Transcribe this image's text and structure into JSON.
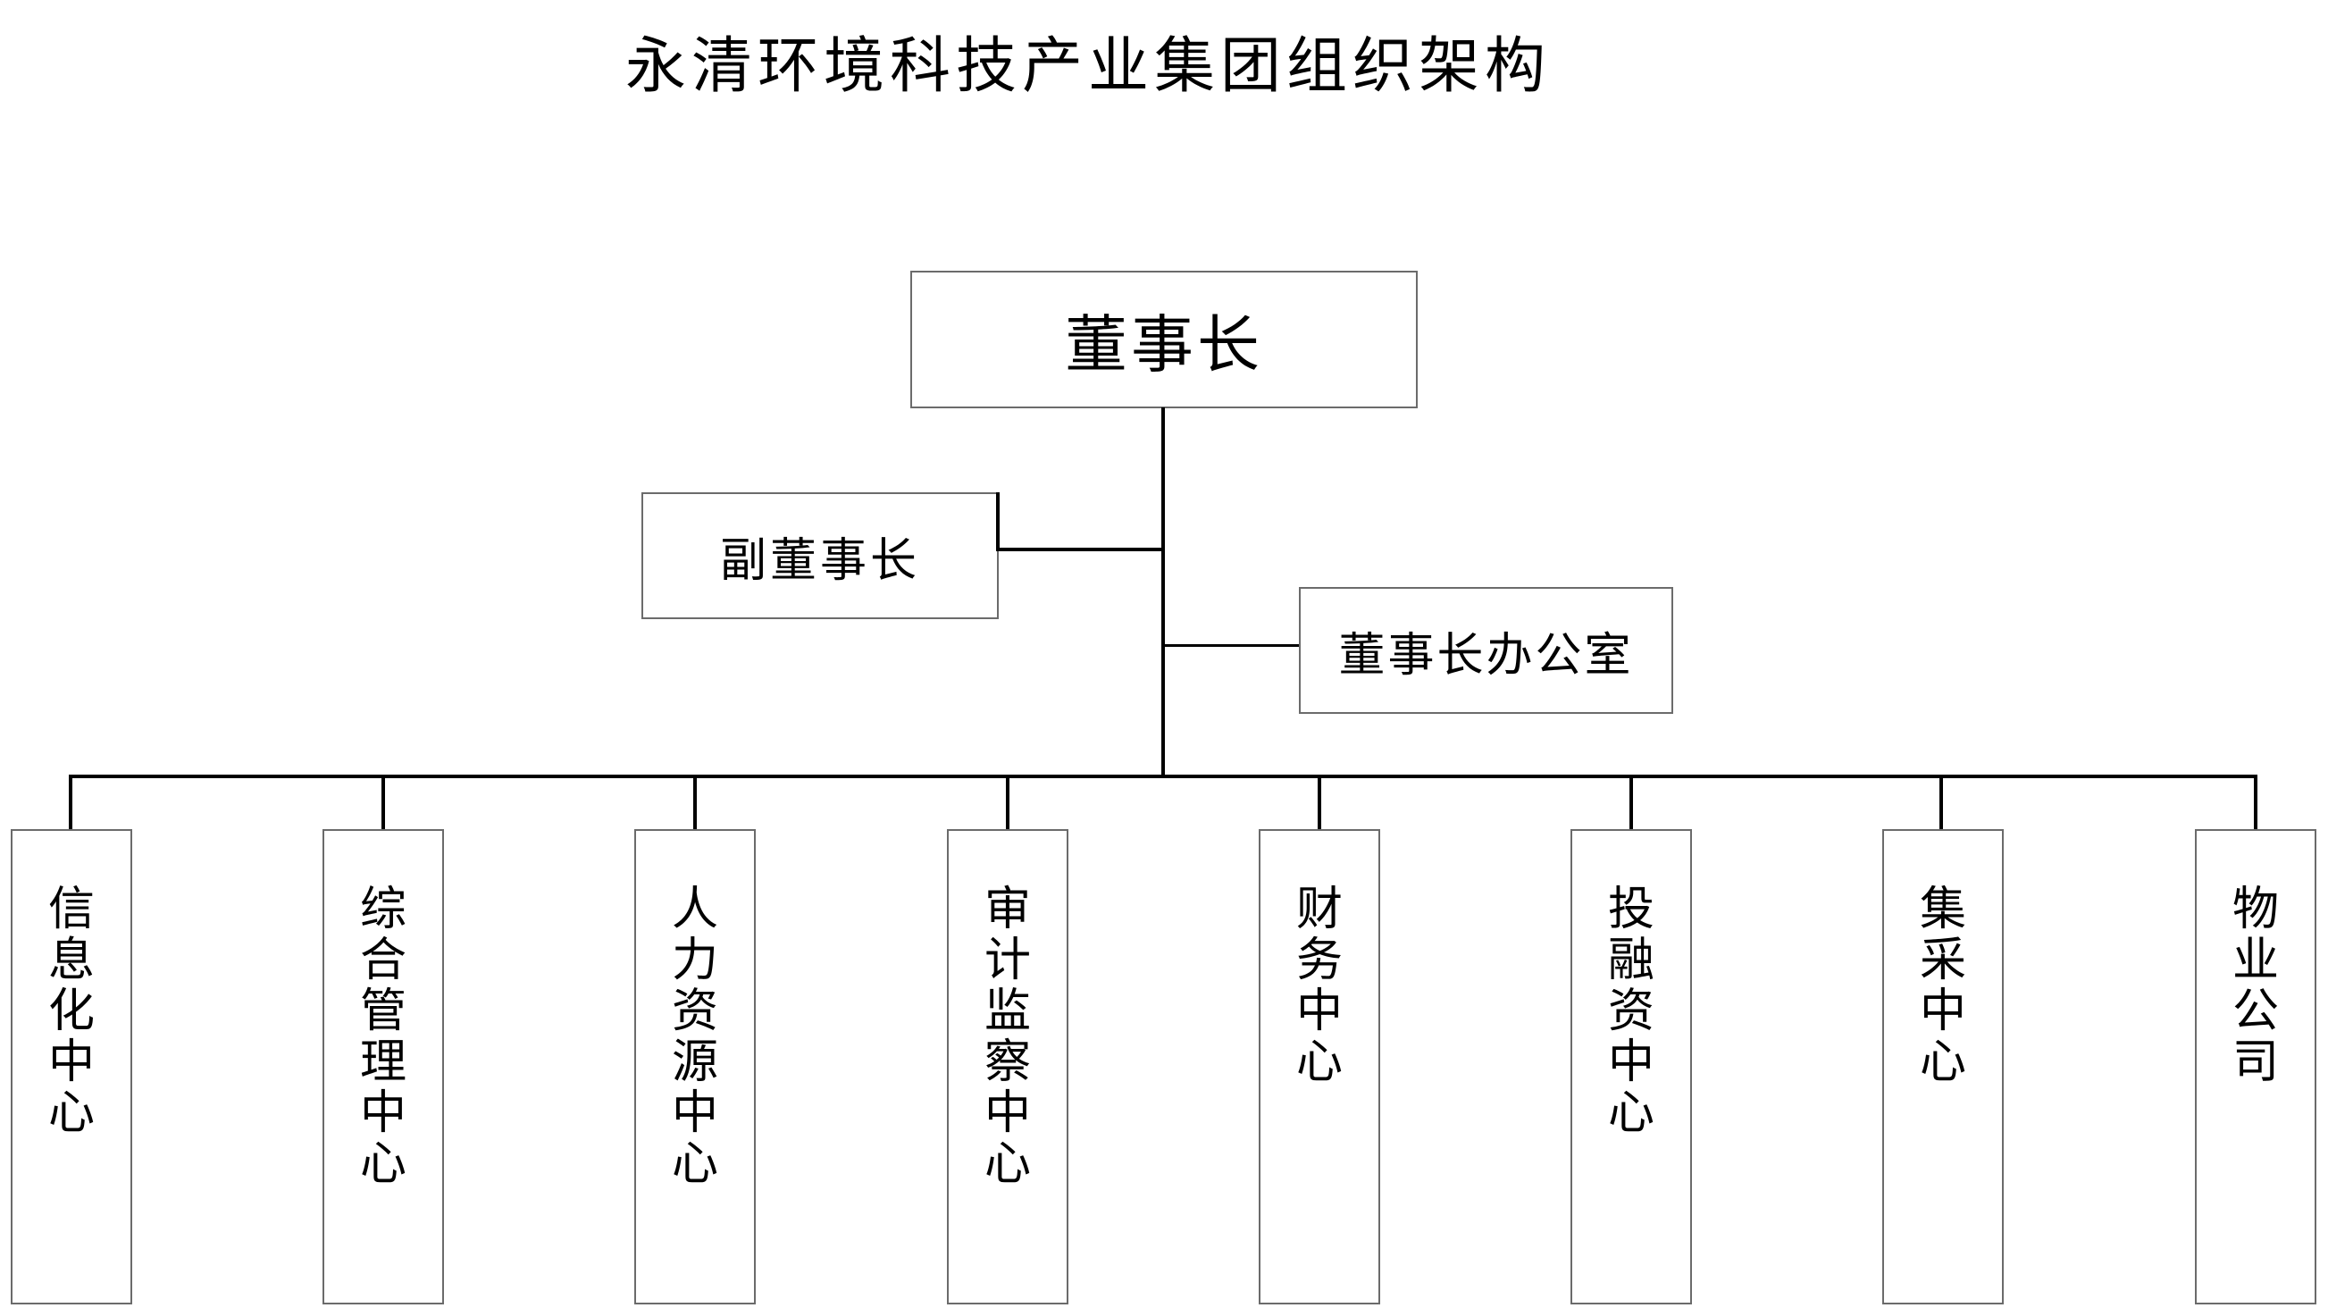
{
  "title": "永清环境科技产业集团组织架构",
  "chairman": {
    "label": "董事长"
  },
  "vice_chairman": {
    "label": "副董事长"
  },
  "chairman_office": {
    "label": "董事长办公室"
  },
  "departments": [
    {
      "label": "信息化中心"
    },
    {
      "label": "综合管理中心"
    },
    {
      "label": "人力资源中心"
    },
    {
      "label": "审计监察中心"
    },
    {
      "label": "财务中心"
    },
    {
      "label": "投融资中心"
    },
    {
      "label": "集采中心"
    },
    {
      "label": "物业公司"
    }
  ],
  "colors": {
    "line": "#000000",
    "box_border": "#6b6b6b",
    "background": "#ffffff"
  }
}
